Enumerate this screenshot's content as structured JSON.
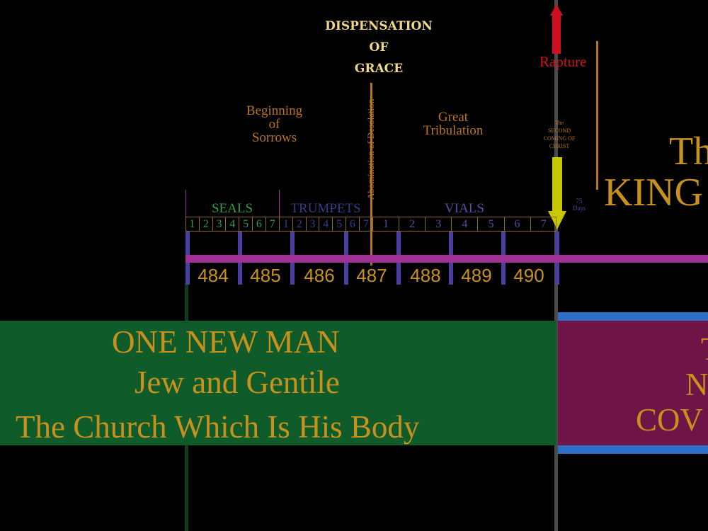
{
  "dispensation": {
    "line1": "DISPENSATION",
    "line2": "OF",
    "line3": "GRACE"
  },
  "rapture": "Rapture",
  "sorrows": {
    "l1": "Beginning",
    "l2": "of",
    "l3": "Sorrows"
  },
  "abomination": "Abomination of Desolation",
  "tribulation": {
    "l1": "Great",
    "l2": "Tribulation"
  },
  "second_coming": {
    "l1": "The",
    "l2": "SECOND",
    "l3": "COMING OF",
    "l4": "CHRIST"
  },
  "days": {
    "l1": "75",
    "l2": "Days"
  },
  "kingdom": {
    "l1": "Th",
    "l2": "KING"
  },
  "groups": {
    "seals": "SEALS",
    "trumpets": "TRUMPETS",
    "vials": "VIALS"
  },
  "seals_nums": [
    "1",
    "2",
    "3",
    "4",
    "5",
    "6",
    "7"
  ],
  "trumpets_nums": [
    "1",
    "2",
    "3",
    "4",
    "5",
    "6",
    "7"
  ],
  "vials_nums": [
    "1",
    "2",
    "3",
    "4",
    "5",
    "6",
    "7"
  ],
  "years": [
    "484",
    "485",
    "486",
    "487",
    "488",
    "489",
    "490"
  ],
  "church": {
    "l1": "ONE NEW MAN",
    "l2": "Jew and Gentile",
    "l3": "The Church Which Is His Body"
  },
  "covenant": {
    "l1": "T",
    "l2": "N",
    "l3": "COV"
  },
  "colors": {
    "gold": "#c8911e",
    "green": "#0f5c2a",
    "purple": "#a03296",
    "maroon": "#6e1446",
    "blue": "#2f6ec8",
    "red": "#cc1020",
    "yellow": "#c8c800",
    "seals_green": "#2e9e48",
    "trumpet_blue": "#3a3a8a",
    "vial_blue": "#5a4aa0"
  }
}
